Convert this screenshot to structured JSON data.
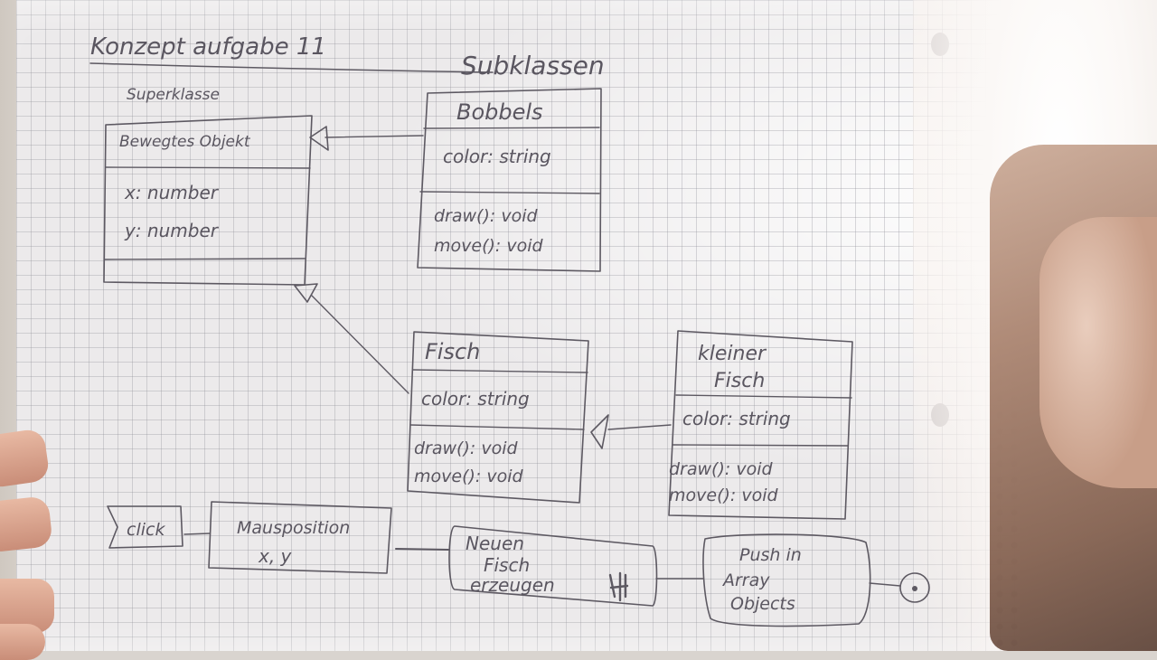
{
  "title": "Konzept aufgabe 11",
  "subclasses_label": "Subklassen",
  "superclass_label": "Superklasse",
  "classes": {
    "bewegtes_objekt": {
      "name": "Bewegtes Objekt",
      "attributes": [
        "x: number",
        "y: number"
      ]
    },
    "bobbels": {
      "name": "Bobbels",
      "attributes": [
        "color: string"
      ],
      "methods": [
        "draw(): void",
        "move(): void"
      ]
    },
    "fisch": {
      "name": "Fisch",
      "attributes": [
        "color: string"
      ],
      "methods": [
        "draw(): void",
        "move(): void"
      ]
    },
    "kleiner_fisch": {
      "name_line1": "kleiner",
      "name_line2": "Fisch",
      "attributes": [
        "color: string"
      ],
      "methods": [
        "draw(): void",
        "move(): void"
      ]
    }
  },
  "flow": {
    "click": "click",
    "mouse_position_line1": "Mausposition",
    "mouse_position_line2": "x, y",
    "new_fish_line1": "Neuen",
    "new_fish_line2": "Fisch",
    "new_fish_line3": "erzeugen",
    "push_line1": "Push in",
    "push_line2": "Array",
    "push_line3": "Objects"
  },
  "colors": {
    "ink": "#5d5962",
    "paper": "#eceaeb"
  }
}
